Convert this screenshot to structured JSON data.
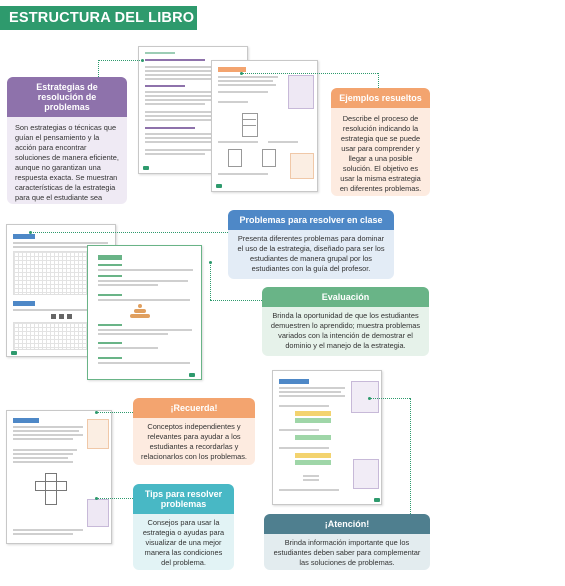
{
  "header": {
    "title": "ESTRUCTURA DEL LIBRO"
  },
  "sections": {
    "estrategias": {
      "title": "Estrategias de resolución de problemas",
      "body": "Son estrategias o técnicas que guían el pensamiento y la acción para encontrar soluciones de manera eficiente, aunque no garantizan una respuesta exacta. Se muestran características de la estrategia para que el estudiante sea consciente de su uso."
    },
    "ejemplos": {
      "title": "Ejemplos resueltos",
      "body": "Describe el proceso de resolución indicando la estrategia que se puede usar para comprender y llegar a una posible solución. El objetivo es usar la misma estrategia en diferentes problemas."
    },
    "problemas": {
      "title": "Problemas para resolver en clase",
      "body": "Presenta diferentes problemas para dominar el uso de la estrategia, diseñado para ser los estudiantes de manera grupal por los estudiantes con la guía del profesor."
    },
    "evaluacion": {
      "title": "Evaluación",
      "body": "Brinda la oportunidad de que los estudiantes demuestren lo aprendido; muestra problemas variados con la intención de demostrar el dominio y el manejo de la estrategia."
    },
    "recuerda": {
      "title": "¡Recuerda!",
      "body": "Conceptos independientes y relevantes para ayudar a los estudiantes a recordarlas y relacionarlos con los problemas."
    },
    "tips": {
      "title": "Tips para resolver problemas",
      "body": "Consejos para usar la estrategia o ayudas para visualizar de una mejor manera las condiciones del problema."
    },
    "atencion": {
      "title": "¡Atención!",
      "body": "Brinda información importante que los estudiantes deben saber para complementar las soluciones de problemas."
    }
  },
  "colors": {
    "banner": "#2e9a6d",
    "purple": "#8e72ab",
    "orange": "#f3a46f",
    "blue": "#4e88c7",
    "green": "#69b487",
    "teal": "#48b8c5",
    "slate": "#4f7f8f"
  }
}
